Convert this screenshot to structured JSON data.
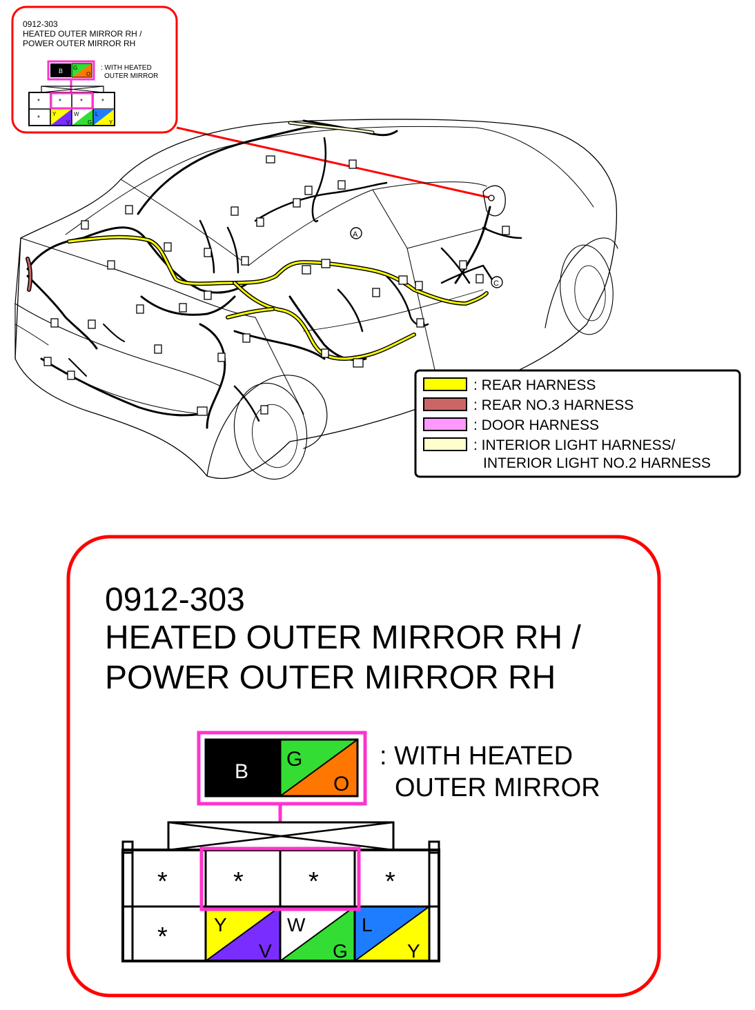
{
  "callout_small": {
    "code": "0912-303",
    "title_line1": "HEATED OUTER MIRROR RH /",
    "title_line2": "POWER OUTER MIRROR RH",
    "note_line1": ": WITH HEATED",
    "note_line2": "OUTER MIRROR"
  },
  "connector_detail": {
    "code": "0912-303",
    "title_line1": "HEATED OUTER MIRROR RH /",
    "title_line2": "POWER OUTER MIRROR RH",
    "note_line1": ": WITH HEATED",
    "note_line2": "OUTER MIRROR",
    "heated_pins": [
      {
        "color_a": "B",
        "color_b": ""
      },
      {
        "color_a": "G",
        "color_b": "O"
      }
    ],
    "row_top": [
      "*",
      "*",
      "*",
      "*"
    ],
    "row_bottom": [
      {
        "label_a": "*",
        "label_b": ""
      },
      {
        "label_a": "Y",
        "label_b": "V"
      },
      {
        "label_a": "W",
        "label_b": "G"
      },
      {
        "label_a": "L",
        "label_b": "Y"
      }
    ]
  },
  "car_markers": {
    "marker_a": "A",
    "marker_c": "C"
  },
  "legend": {
    "items": [
      {
        "label": ": REAR HARNESS",
        "color": "#ffff00"
      },
      {
        "label": ": REAR NO.3 HARNESS",
        "color": "#cc6666"
      },
      {
        "label": ": DOOR HARNESS",
        "color": "#ff99ff"
      },
      {
        "label": ": INTERIOR LIGHT HARNESS/",
        "color": "#ffffcc"
      }
    ],
    "continuation": "INTERIOR LIGHT NO.2 HARNESS"
  },
  "colors": {
    "callout_border": "#ff0000",
    "highlight": "#ff33cc",
    "black": "#000000",
    "green": "#33dd33",
    "orange": "#ff7700",
    "yellow": "#ffff00",
    "violet": "#7a2dff",
    "blue": "#1e7dff",
    "white": "#ffffff"
  }
}
